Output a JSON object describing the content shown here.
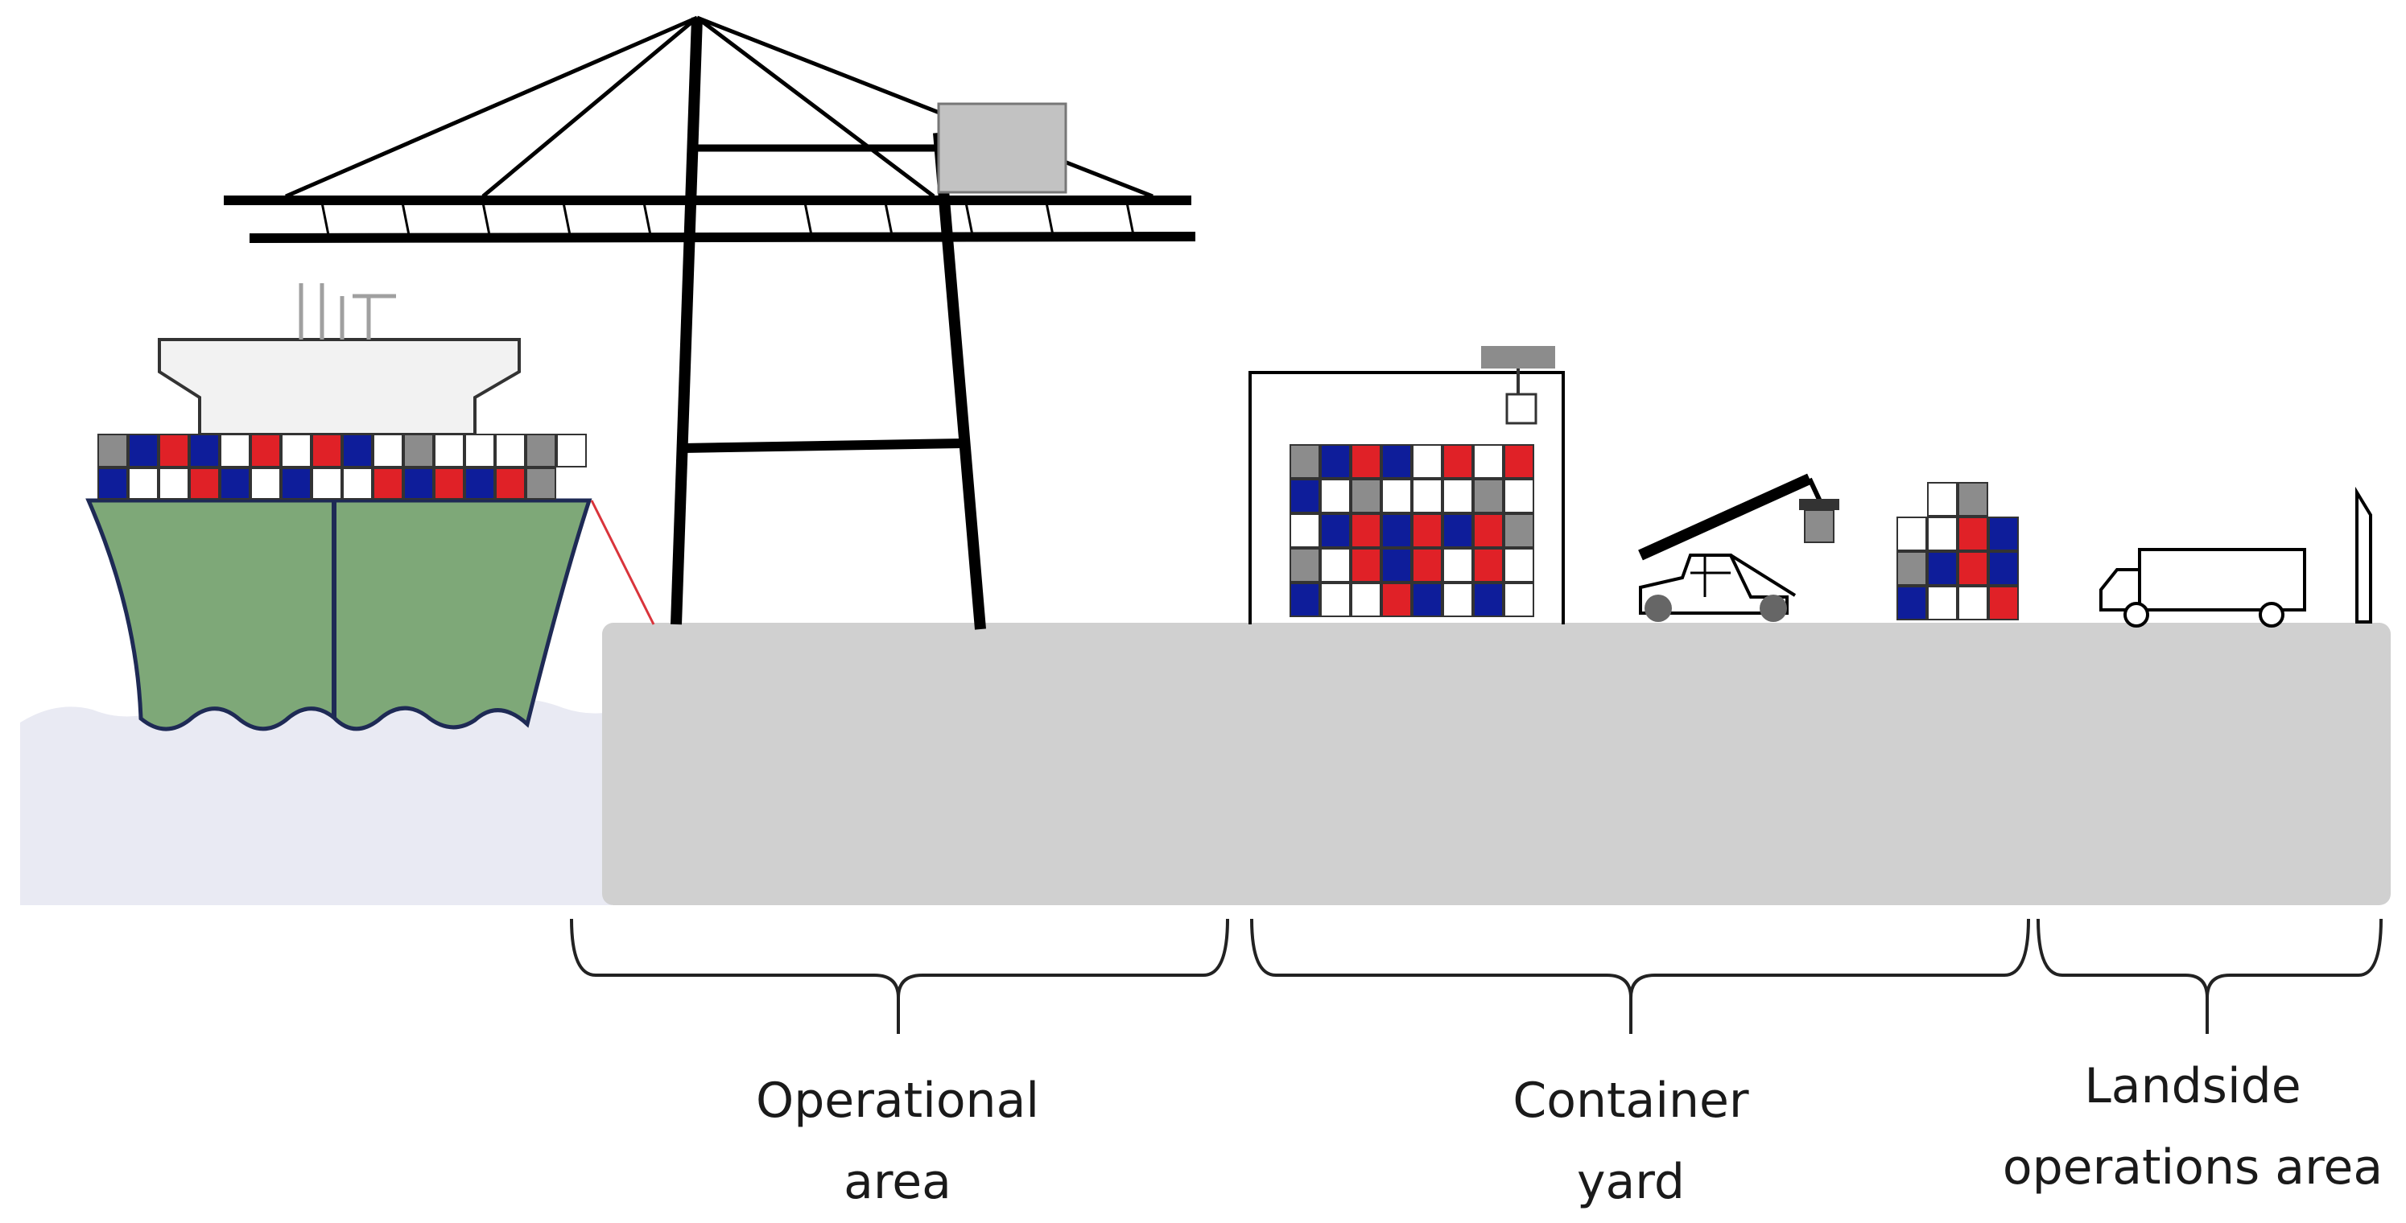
{
  "labels": {
    "operational": {
      "line1": "Operational",
      "line2": "area"
    },
    "container_yard": {
      "line1": "Container",
      "line2": "yard"
    },
    "landside": {
      "line1": "Landside",
      "line2": "operations area"
    }
  },
  "colors": {
    "ground": "#d0d0d0",
    "water": "#e9eaf3",
    "hull": "#7ea878",
    "hull_outline": "#1e2a55",
    "container_red": "#e02127",
    "container_blue": "#0e1d9a",
    "container_grey": "#8c8c8c",
    "container_white": "#ffffff",
    "crane": "#000000",
    "trolley": "#c2c2c2",
    "mooring_line": "#d9343b"
  },
  "container_grid": {
    "ship_top": "GBRBWRWRBWGWWWGW",
    "ship_bottom": "BWWRBWBWWRBRBRG",
    "yard_block": [
      "GBRBWRWR",
      "BWGWWWGW",
      "WBRBRBRG",
      "GWRBRWRW",
      "BWWRBWBW"
    ],
    "small_stack": [
      "_WG_",
      "WWRB",
      "GBRB",
      "BWWR"
    ]
  }
}
